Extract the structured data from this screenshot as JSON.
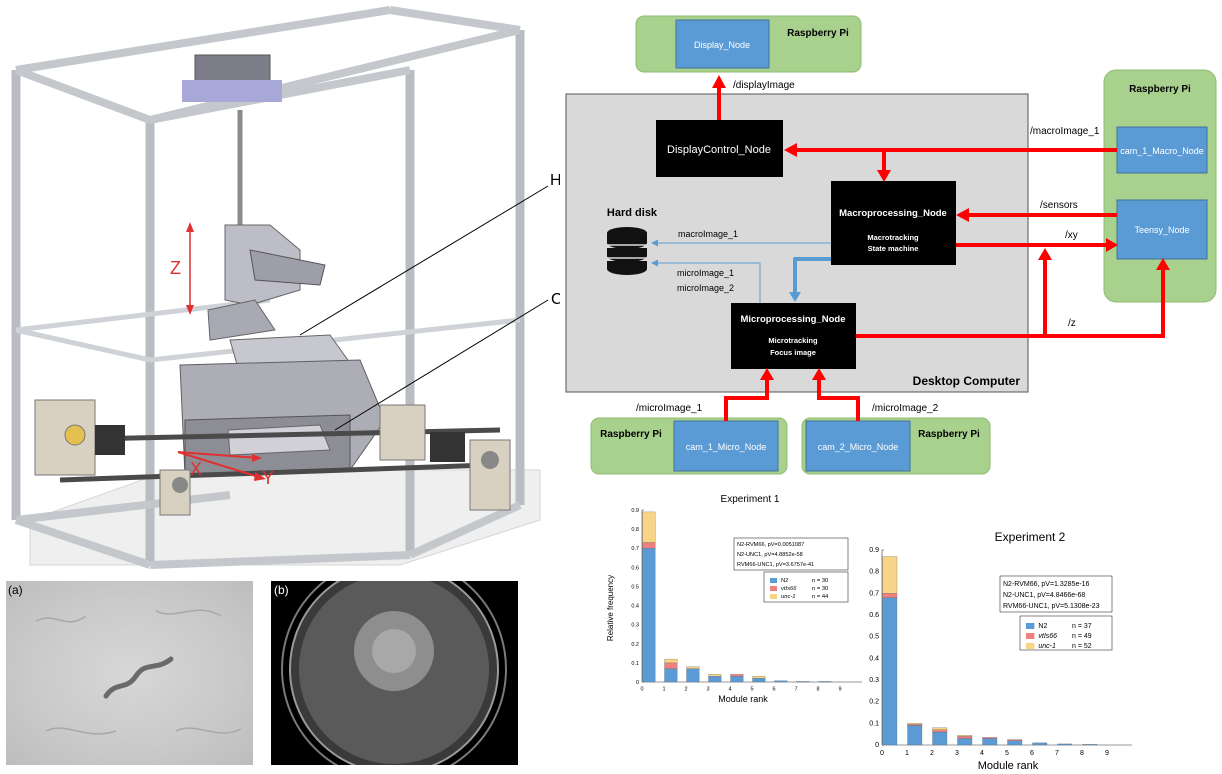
{
  "machine": {
    "head_label": "Head",
    "carriage_label": "Carriage",
    "axis_x": "X",
    "axis_y": "Y",
    "axis_z": "Z"
  },
  "photos": {
    "a_label": "(a)",
    "b_label": "(b)"
  },
  "architecture": {
    "display_pi": "Raspberry Pi",
    "display_node": "Display_Node",
    "display_image_topic": "/displayImage",
    "desktop_label": "Desktop Computer",
    "display_control_node": "DisplayControl_Node",
    "macro_node_title": "Macroprocessing_Node",
    "macro_node_line1": "Macrotracking",
    "macro_node_line2": "State machine",
    "micro_node_title": "Microprocessing_Node",
    "micro_node_line1": "Microtracking",
    "micro_node_line2": "Focus image",
    "hard_disk": "Hard disk",
    "macro_image_store": "macroImage_1",
    "micro_image_store_1": "microImage_1",
    "micro_image_store_2": "microImage_2",
    "right_pi": "Raspberry Pi",
    "cam_macro_node": "cam_1_Macro_Node",
    "teensy_node": "Teensy_Node",
    "macro_image_topic": "/macroImage_1",
    "sensors_topic": "/sensors",
    "xy_topic": "/xy",
    "z_topic": "/z",
    "micro1_topic": "/microImage_1",
    "micro2_topic": "/microImage_2",
    "bottom_pi_1": "Raspberry Pi",
    "bottom_pi_2": "Raspberry Pi",
    "cam1_micro_node": "cam_1_Micro_Node",
    "cam2_micro_node": "cam_2_Micro_Node",
    "colors": {
      "pi_green": "#a9d18e",
      "node_blue": "#5b9bd5",
      "arrow_red": "#ff0000",
      "arrow_blue": "#5b9bd5",
      "desktop_gray": "#d9d9d9"
    }
  },
  "chart_data": [
    {
      "type": "bar",
      "stacked": true,
      "title": "Experiment 1",
      "xlabel": "Module rank",
      "ylabel": "Relative frequency",
      "categories": [
        0,
        1,
        2,
        3,
        4,
        5,
        6,
        7,
        8,
        9
      ],
      "xticks": [
        "0",
        "1",
        "2",
        "3",
        "4",
        "5",
        "6",
        "7",
        "8",
        "9"
      ],
      "yticks": [
        "0",
        "0.1",
        "0.2",
        "0.3",
        "0.4",
        "0.5",
        "0.6",
        "0.7",
        "0.8",
        "0.9"
      ],
      "ylim": [
        0,
        0.9
      ],
      "series": [
        {
          "name": "N2",
          "count": "n = 30",
          "color": "#5b9bd5",
          "values": [
            0.7,
            0.07,
            0.07,
            0.03,
            0.03,
            0.02,
            0.007,
            0.003,
            0.003,
            0
          ]
        },
        {
          "name": "vtIs66",
          "count": "n = 30",
          "color": "#f08080",
          "values": [
            0.03,
            0.03,
            0,
            0,
            0.01,
            0,
            0,
            0,
            0,
            0
          ]
        },
        {
          "name": "unc-1",
          "count": "n = 44",
          "color": "#f8d486",
          "values": [
            0.16,
            0.02,
            0.01,
            0.01,
            0,
            0.01,
            0,
            0,
            0,
            0
          ]
        }
      ],
      "annotation": [
        "N2-RVM66, pV=0.0051087",
        "N2-UNC1, pV=4.8852e-58",
        "RVM66-UNC1, pV=3.6757e-41"
      ],
      "legend_position": "upper-right"
    },
    {
      "type": "bar",
      "stacked": true,
      "title": "Experiment 2",
      "xlabel": "Module rank",
      "ylabel": "",
      "categories": [
        0,
        1,
        2,
        3,
        4,
        5,
        6,
        7,
        8,
        9
      ],
      "xticks": [
        "0",
        "1",
        "2",
        "3",
        "4",
        "5",
        "6",
        "7",
        "8",
        "9"
      ],
      "yticks": [
        "0",
        "0.1",
        "0.2",
        "0.3",
        "0.4",
        "0.5",
        "0.6",
        "0.7",
        "0.8",
        "0.9"
      ],
      "ylim": [
        0,
        0.9
      ],
      "series": [
        {
          "name": "N2",
          "count": "n = 37",
          "color": "#5b9bd5",
          "values": [
            0.68,
            0.09,
            0.06,
            0.03,
            0.03,
            0.02,
            0.01,
            0.005,
            0.003,
            0
          ]
        },
        {
          "name": "vtIs66",
          "count": "n = 49",
          "color": "#f08080",
          "values": [
            0.02,
            0.005,
            0.01,
            0.01,
            0.005,
            0.005,
            0,
            0,
            0,
            0
          ]
        },
        {
          "name": "unc-1",
          "count": "n = 52",
          "color": "#f8d486",
          "values": [
            0.17,
            0.005,
            0.01,
            0.005,
            0,
            0,
            0,
            0,
            0,
            0
          ]
        }
      ],
      "annotation": [
        "N2-RVM66, pV=1.3285e-16",
        "N2-UNC1, pV=4.8466e-68",
        "RVM66-UNC1, pV=5.1308e-23"
      ],
      "legend_position": "upper-right"
    }
  ]
}
